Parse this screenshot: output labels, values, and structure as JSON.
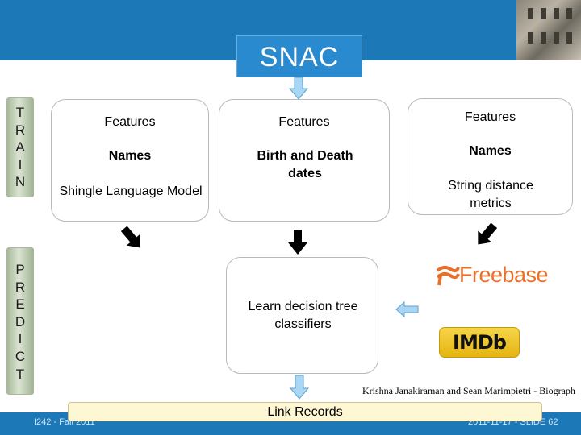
{
  "slide": {
    "title": "SNAC",
    "train_label": [
      "T",
      "R",
      "A",
      "I",
      "N"
    ],
    "predict_label": [
      "P",
      "R",
      "E",
      "D",
      "I",
      "C",
      "T"
    ]
  },
  "cards": {
    "names_card": {
      "heading": "Features",
      "line1": "Names",
      "line2": "Shingle Language Model"
    },
    "dates_card": {
      "heading": "Features",
      "line1": "Birth and Death dates"
    },
    "metrics_card": {
      "heading": "Features",
      "line1": "Names",
      "line2": "String distance metrics"
    },
    "classifier_card": {
      "text": "Learn decision tree classifiers"
    }
  },
  "sources": {
    "freebase": "Freebase",
    "imdb": "IMDb"
  },
  "output_box": {
    "label": "Link Records"
  },
  "credit": "Krishna Janakiraman and Sean Marimpietri - Biograph",
  "footer": {
    "left": "I242 - Fall 2011",
    "right": "2011-11-17 - SLIDE 62"
  },
  "colors": {
    "header_blue": "#1d78b8",
    "title_blue": "#2a8ad0",
    "arrow_light_blue": "#a9d6f2",
    "side_green": "#a7b99a",
    "link_box_yellow": "#fdf7d3",
    "freebase_orange": "#e8702a"
  }
}
